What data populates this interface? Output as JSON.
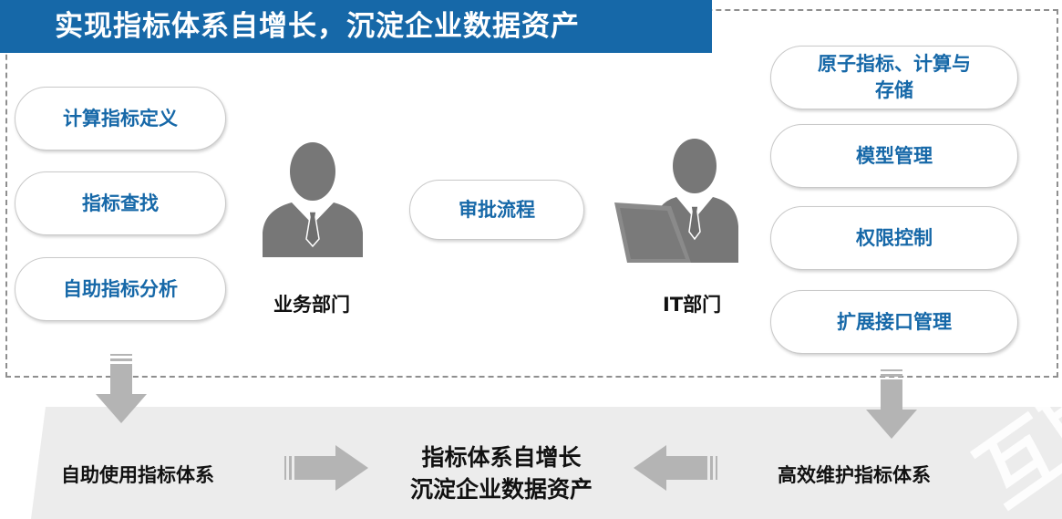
{
  "title": "实现指标体系自增长，沉淀企业数据资产",
  "left_functions": [
    {
      "label": "计算指标定义"
    },
    {
      "label": "指标查找"
    },
    {
      "label": "自助指标分析"
    }
  ],
  "business_dept": {
    "label": "业务部门",
    "icon": "business-person-icon"
  },
  "approval": {
    "label": "审批流程"
  },
  "it_dept": {
    "label": "IT部门",
    "icon": "it-person-laptop-icon"
  },
  "right_functions": [
    {
      "label_line1": "原子指标、计算与",
      "label_line2": "存储"
    },
    {
      "label": "模型管理"
    },
    {
      "label": "权限控制"
    },
    {
      "label": "扩展接口管理"
    }
  ],
  "bottom": {
    "left_label": "自助使用指标体系",
    "center_line1": "指标体系自增长",
    "center_line2": "沉淀企业数据资产",
    "right_label": "高效维护指标体系"
  },
  "colors": {
    "accent": "#1668a8",
    "arrow_gray": "#b4b4b4",
    "band_gray": "#ececec",
    "person_gray": "#777777"
  }
}
